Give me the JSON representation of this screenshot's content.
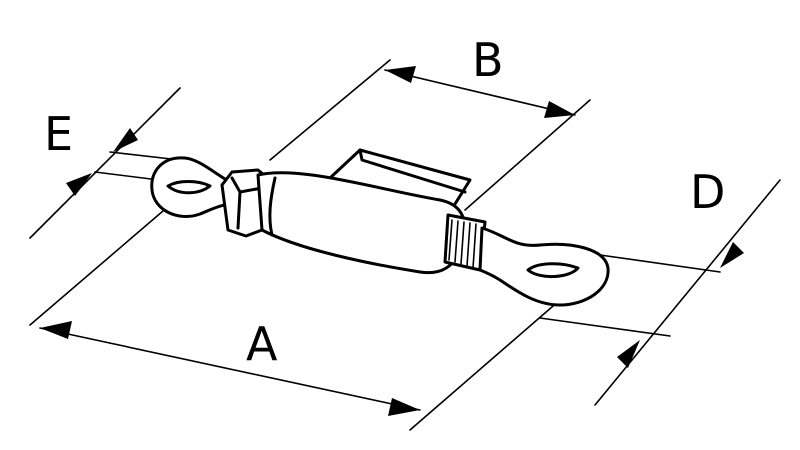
{
  "diagram": {
    "labels": {
      "A": "A",
      "B": "B",
      "D": "D",
      "E": "E"
    }
  }
}
